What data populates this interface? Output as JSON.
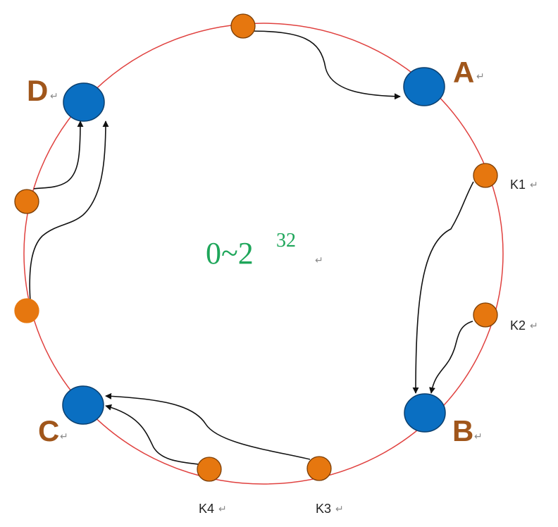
{
  "ring": {
    "range_base": "0~2",
    "range_exponent": "32",
    "paragraph_mark": "↵",
    "ring_color": "#e0413f",
    "range_color": "#1ea65a"
  },
  "servers": [
    {
      "label": "A",
      "mark": "↵"
    },
    {
      "label": "B",
      "mark": "↵"
    },
    {
      "label": "C",
      "mark": "↵"
    },
    {
      "label": "D",
      "mark": "↵"
    }
  ],
  "keys": [
    {
      "label": "K1",
      "mark": "↵"
    },
    {
      "label": "K2",
      "mark": "↵"
    },
    {
      "label": "K3",
      "mark": "↵"
    },
    {
      "label": "K4",
      "mark": "↵"
    }
  ],
  "colors": {
    "server_fill": "#0a6fc2",
    "key_fill": "#e6770f",
    "label_color": "#a0561b",
    "arrow_color": "#111111"
  }
}
